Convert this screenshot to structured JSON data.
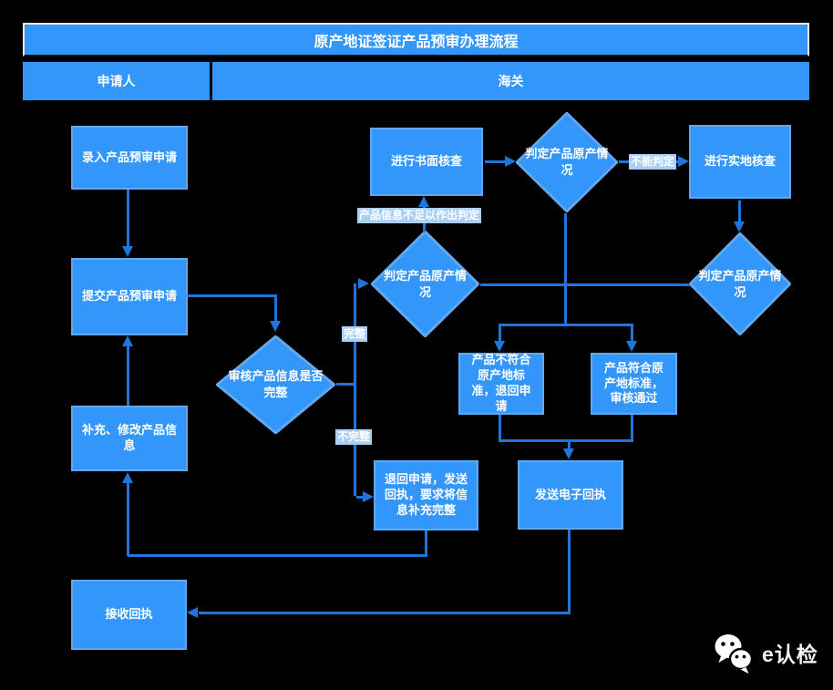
{
  "title": "原产地证签证产品预审办理流程",
  "lanes": {
    "applicant": "申请人",
    "customs": "海关"
  },
  "nodes": {
    "enter_application": {
      "label": "录入产品预审申请"
    },
    "submit_application": {
      "label": "提交产品预审申请"
    },
    "supplement_modify_info": {
      "label": "补充、修改产品信息"
    },
    "receive_receipt": {
      "label": "接收回执"
    },
    "written_check": {
      "label": "进行书面核查"
    },
    "judge_origin_after_written": {
      "label": "判定产品原产情况"
    },
    "field_check": {
      "label": "进行实地核查"
    },
    "judge_origin_initial": {
      "label": "判定产品原产情况"
    },
    "judge_origin_after_field": {
      "label": "判定产品原产情况"
    },
    "review_info_complete": {
      "label": "审核产品信息是否完整"
    },
    "not_meet_standard": {
      "label": "产品不符合原产地标准，退回申请"
    },
    "meet_standard": {
      "label": "产品符合原产地标准，审核通过"
    },
    "return_application": {
      "label": "退回申请，发送回执，要求将信息补充完整"
    },
    "send_e_receipt": {
      "label": "发送电子回执"
    }
  },
  "edge_labels": {
    "complete": "完整",
    "incomplete": "不完整",
    "cannot_judge": "不能判定",
    "insufficient_info": "产品信息不足以作出判定"
  },
  "watermark": {
    "brand": "e认检"
  },
  "colors": {
    "node_fill": "#3296FA",
    "node_border": "#64A8EC",
    "connector": "#1E76DC",
    "edge_label_bg": "#A9CFF3",
    "header_fill": "#3296FA",
    "background": "#000000",
    "text": "#FFFFFF"
  }
}
